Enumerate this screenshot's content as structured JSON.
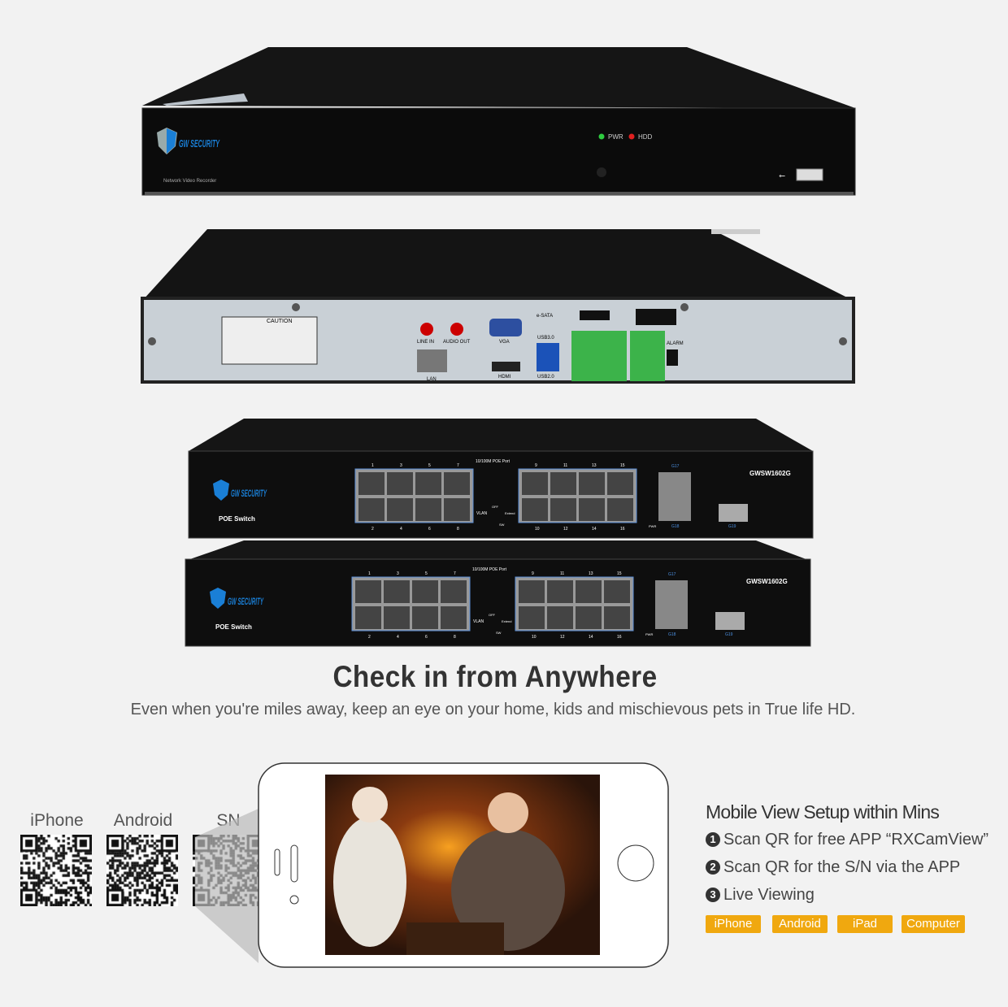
{
  "nvr": {
    "brand": "GW SECURITY",
    "model_label": "Network Video Recorder",
    "leds": [
      "PWR",
      "HDD"
    ],
    "rear_ports": [
      "LINE IN",
      "AUDIO OUT",
      "VGA",
      "LAN",
      "HDMI",
      "USB3.0",
      "USB2.0",
      "e-SATA",
      "ALARM"
    ],
    "caution_label": "CAUTION",
    "colors": {
      "pwr_led": "#2ecc40",
      "hdd_led": "#e02020",
      "terminal": "#3cb34a"
    }
  },
  "switches": [
    {
      "brand": "GW SECURITY",
      "label": "POE Switch",
      "model": "GWSW1602G",
      "port_group_label": "10/100M POE Port",
      "top_numbers": [
        "1",
        "3",
        "5",
        "7",
        "9",
        "11",
        "13",
        "15"
      ],
      "bottom_numbers": [
        "2",
        "4",
        "6",
        "8",
        "10",
        "12",
        "14",
        "16"
      ],
      "vlan": "VLAN",
      "off": "OFF",
      "extend": "Extend",
      "sw": "SW",
      "pwr": "PWR",
      "uplinks": [
        "G17",
        "G18",
        "G19"
      ]
    },
    {
      "brand": "GW SECURITY",
      "label": "POE Switch",
      "model": "GWSW1602G",
      "port_group_label": "10/100M POE Port",
      "top_numbers": [
        "1",
        "3",
        "5",
        "7",
        "9",
        "11",
        "13",
        "15"
      ],
      "bottom_numbers": [
        "2",
        "4",
        "6",
        "8",
        "10",
        "12",
        "14",
        "16"
      ],
      "vlan": "VLAN",
      "off": "OFF",
      "extend": "Extend",
      "sw": "SW",
      "pwr": "PWR",
      "uplinks": [
        "G17",
        "G18",
        "G19"
      ]
    }
  ],
  "headline": "Check in from Anywhere",
  "subheadline": "Even when you're miles away, keep an eye on your home, kids and mischievous pets in True life HD.",
  "qr_codes": [
    {
      "label": "iPhone"
    },
    {
      "label": "Android"
    },
    {
      "label": "SN"
    }
  ],
  "setup": {
    "title": "Mobile View Setup within Mins",
    "steps": [
      {
        "num": "1",
        "text": "Scan QR for free APP “RXCamView”"
      },
      {
        "num": "2",
        "text": "Scan QR for the S/N via the APP"
      },
      {
        "num": "3",
        "text": "Live Viewing"
      }
    ],
    "platforms": [
      "iPhone",
      "Android",
      "iPad",
      "Computer"
    ],
    "badge_color": "#f0a80f"
  }
}
